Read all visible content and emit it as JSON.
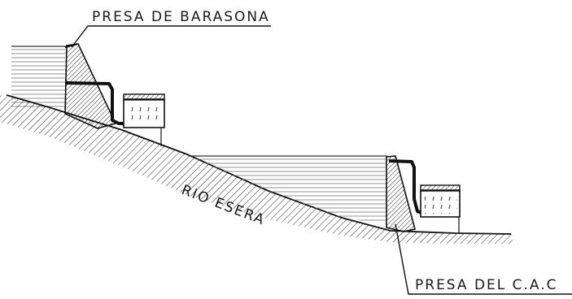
{
  "labels": {
    "upper_dam": "PRESA DE BARASONA",
    "river": "RIO ESERA",
    "lower_dam": "PRESA DEL C.A.C"
  }
}
